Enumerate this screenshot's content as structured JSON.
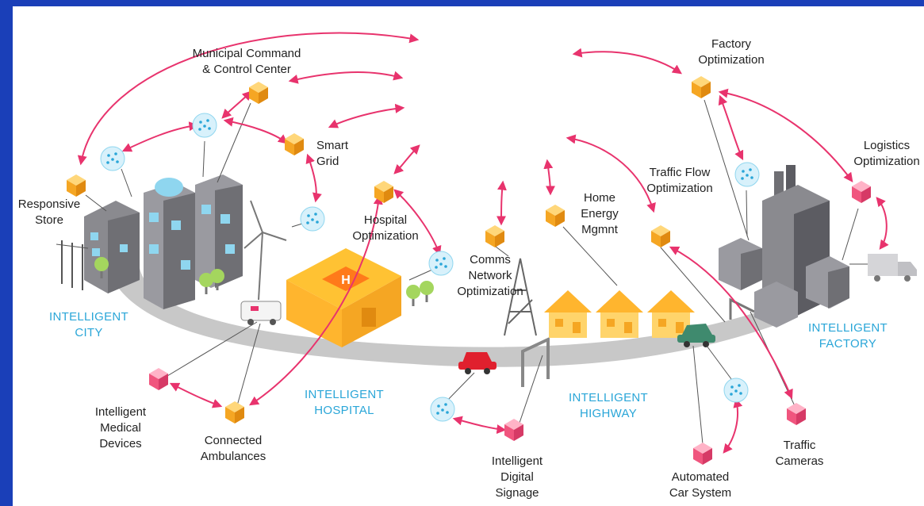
{
  "colors": {
    "frame": "#1a3fb8",
    "cube_orange": "#f5a623",
    "cube_pink": "#f0557e",
    "arrow": "#e8336d",
    "road": "#c8c8c8",
    "building_gray": "#6f6f74",
    "building_blue": "#8fd6ef",
    "zone_text": "#2aa6d8",
    "node_fill": "#d8f1fb"
  },
  "labels": {
    "municipal": "Municipal Command\n& Control Center",
    "factory_opt": "Factory\nOptimization",
    "logistics": "Logistics\nOptimization",
    "responsive_store": "Responsive\nStore",
    "smart_grid": "Smart\nGrid",
    "hospital_opt": "Hospital\nOptimization",
    "traffic_flow": "Traffic Flow\nOptimization",
    "home_energy": "Home\nEnergy\nMgmnt",
    "comms": "Comms\nNetwork\nOptimization",
    "medical_devices": "Intelligent\nMedical\nDevices",
    "ambulances": "Connected\nAmbulances",
    "signage": "Intelligent\nDigital\nSignage",
    "car_system": "Automated\nCar System",
    "traffic_cameras": "Traffic\nCameras"
  },
  "zones": {
    "city": "INTELLIGENT\nCITY",
    "hospital": "INTELLIGENT\nHOSPITAL",
    "highway": "INTELLIGENT\nHIGHWAY",
    "factory": "INTELLIGENT\nFACTORY"
  },
  "icons": {
    "cube": "isometric-cube-icon",
    "node": "network-node-icon",
    "hospital_sign": "H"
  }
}
